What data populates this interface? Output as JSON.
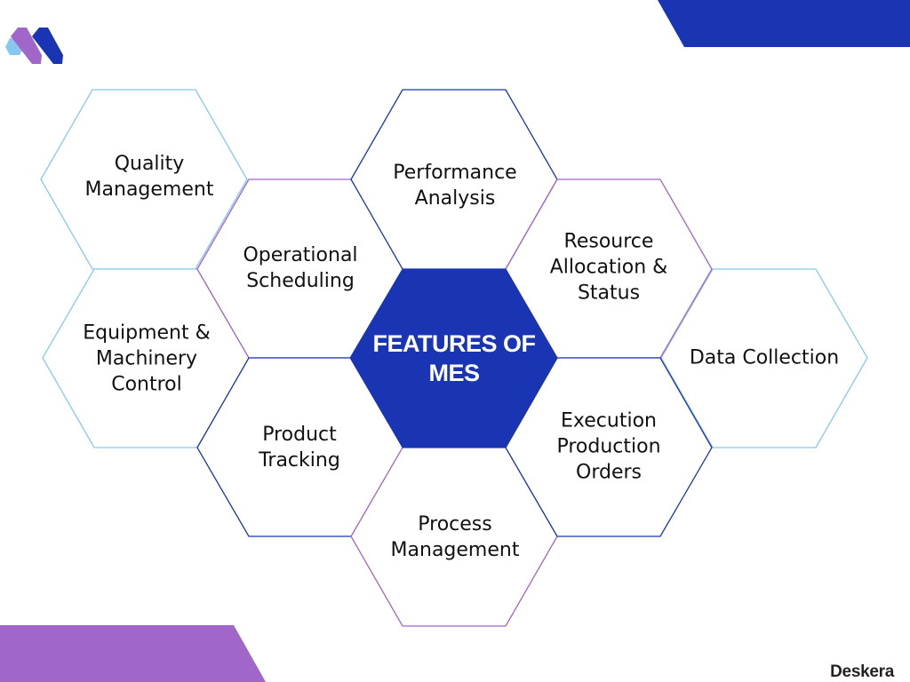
{
  "colors": {
    "primary_blue": "#1a35b3",
    "purple": "#a066c9",
    "light_blue": "#88c8ee",
    "text": "#111111",
    "background": "#ffffff"
  },
  "center": {
    "title": "FEATURES OF\nMES"
  },
  "hexagons": [
    {
      "id": "quality-management",
      "label": "Quality\nManagement",
      "border": "light_blue"
    },
    {
      "id": "performance-analysis",
      "label": "Performance\nAnalysis",
      "border": "primary_blue"
    },
    {
      "id": "operational-scheduling",
      "label": "Operational\nScheduling",
      "border": "purple"
    },
    {
      "id": "resource-allocation",
      "label": "Resource\nAllocation &\nStatus",
      "border": "purple"
    },
    {
      "id": "equipment-control",
      "label": "Equipment &\nMachinery\nControl",
      "border": "light_blue"
    },
    {
      "id": "data-collection",
      "label": "Data Collection",
      "border": "light_blue"
    },
    {
      "id": "product-tracking",
      "label": "Product\nTracking",
      "border": "primary_blue"
    },
    {
      "id": "execution-production-orders",
      "label": "Execution\nProduction\nOrders",
      "border": "primary_blue"
    },
    {
      "id": "process-management",
      "label": "Process\nManagement",
      "border": "purple"
    }
  ],
  "footer": {
    "brand": "Deskera"
  }
}
